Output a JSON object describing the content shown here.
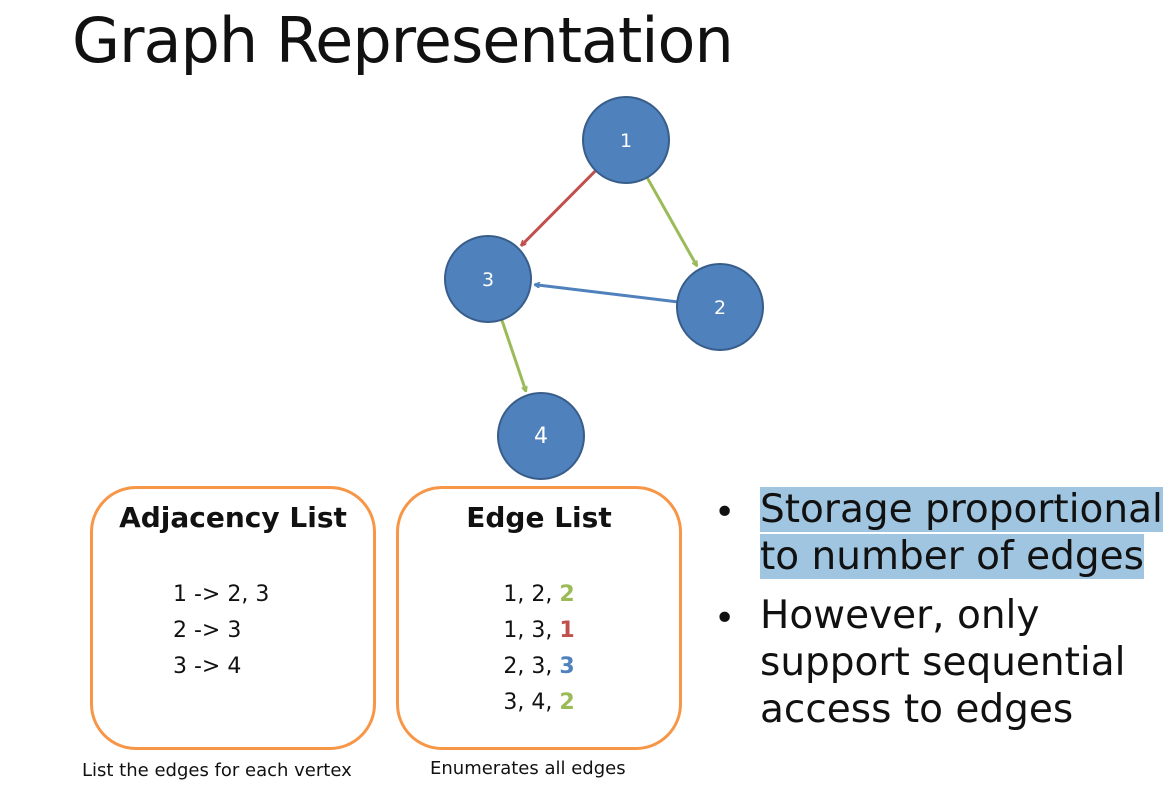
{
  "title": "Graph Representation",
  "colors": {
    "node_fill": "#4f81bd",
    "node_stroke": "#385d8a",
    "edge_red": "#c0504d",
    "edge_green": "#9bbb59",
    "edge_blue": "#4f81bd",
    "box_border": "#f79646",
    "highlight": "#9fc5e0"
  },
  "graph": {
    "nodes": [
      {
        "id": "1",
        "label": "1"
      },
      {
        "id": "2",
        "label": "2"
      },
      {
        "id": "3",
        "label": "3"
      },
      {
        "id": "4",
        "label": "4"
      }
    ],
    "edges": [
      {
        "from": "1",
        "to": "3",
        "weight": 1,
        "color": "red"
      },
      {
        "from": "1",
        "to": "2",
        "weight": 2,
        "color": "green"
      },
      {
        "from": "2",
        "to": "3",
        "weight": 3,
        "color": "blue"
      },
      {
        "from": "3",
        "to": "4",
        "weight": 2,
        "color": "green"
      }
    ]
  },
  "adjacency_list": {
    "title": "Adjacency List",
    "lines": [
      "1 -> 2, 3",
      "2 -> 3",
      "3 -> 4"
    ],
    "caption": "List the edges for each vertex"
  },
  "edge_list": {
    "title": "Edge List",
    "rows": [
      {
        "prefix": "1, 2, ",
        "weight": "2",
        "color": "green"
      },
      {
        "prefix": "1, 3, ",
        "weight": "1",
        "color": "red"
      },
      {
        "prefix": "2, 3, ",
        "weight": "3",
        "color": "blue"
      },
      {
        "prefix": "3, 4, ",
        "weight": "2",
        "color": "green"
      }
    ],
    "caption": "Enumerates all edges"
  },
  "bullets": [
    {
      "text": "Storage proportional to number of edges",
      "highlighted": true
    },
    {
      "text": "However, only support sequential access to edges",
      "highlighted": false
    }
  ]
}
